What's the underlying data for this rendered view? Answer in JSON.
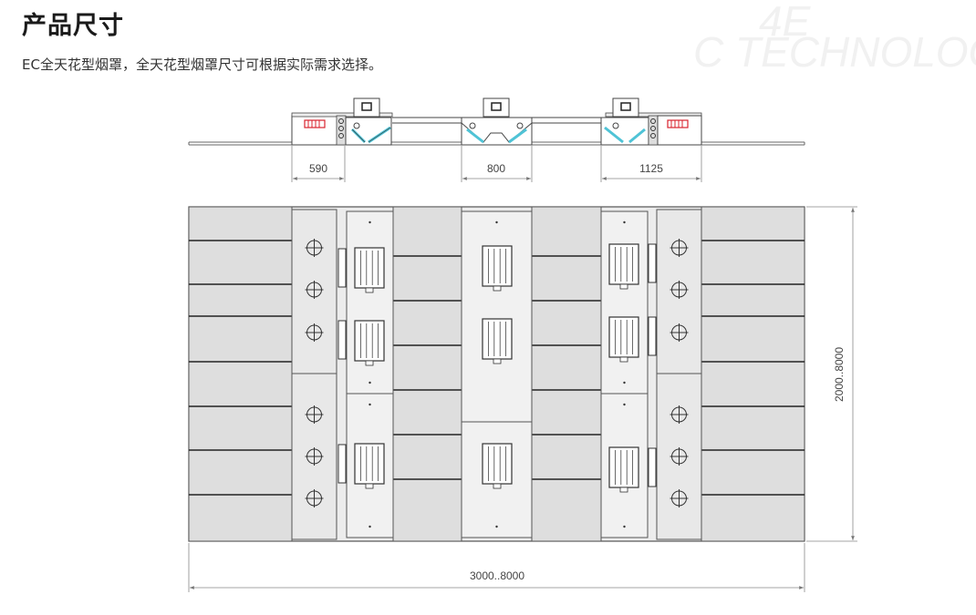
{
  "header": {
    "title": "产品尺寸",
    "subtitle": "EC全天花型烟罩，全天花型烟罩尺寸可根据实际需求选择。"
  },
  "watermark": {
    "line1": "4E",
    "line2": "C TECHNOLOG"
  },
  "section_view": {
    "dims": {
      "left_module": "590",
      "center_module": "800",
      "right_module": "1125"
    }
  },
  "plan_view": {
    "dims": {
      "width": "3000..8000",
      "depth": "2000..8000"
    }
  },
  "colors": {
    "panel_fill": "#dcdcdc",
    "panel_border": "#555555",
    "accent_red": "#d9232e",
    "accent_cyan": "#4fc3d6"
  }
}
